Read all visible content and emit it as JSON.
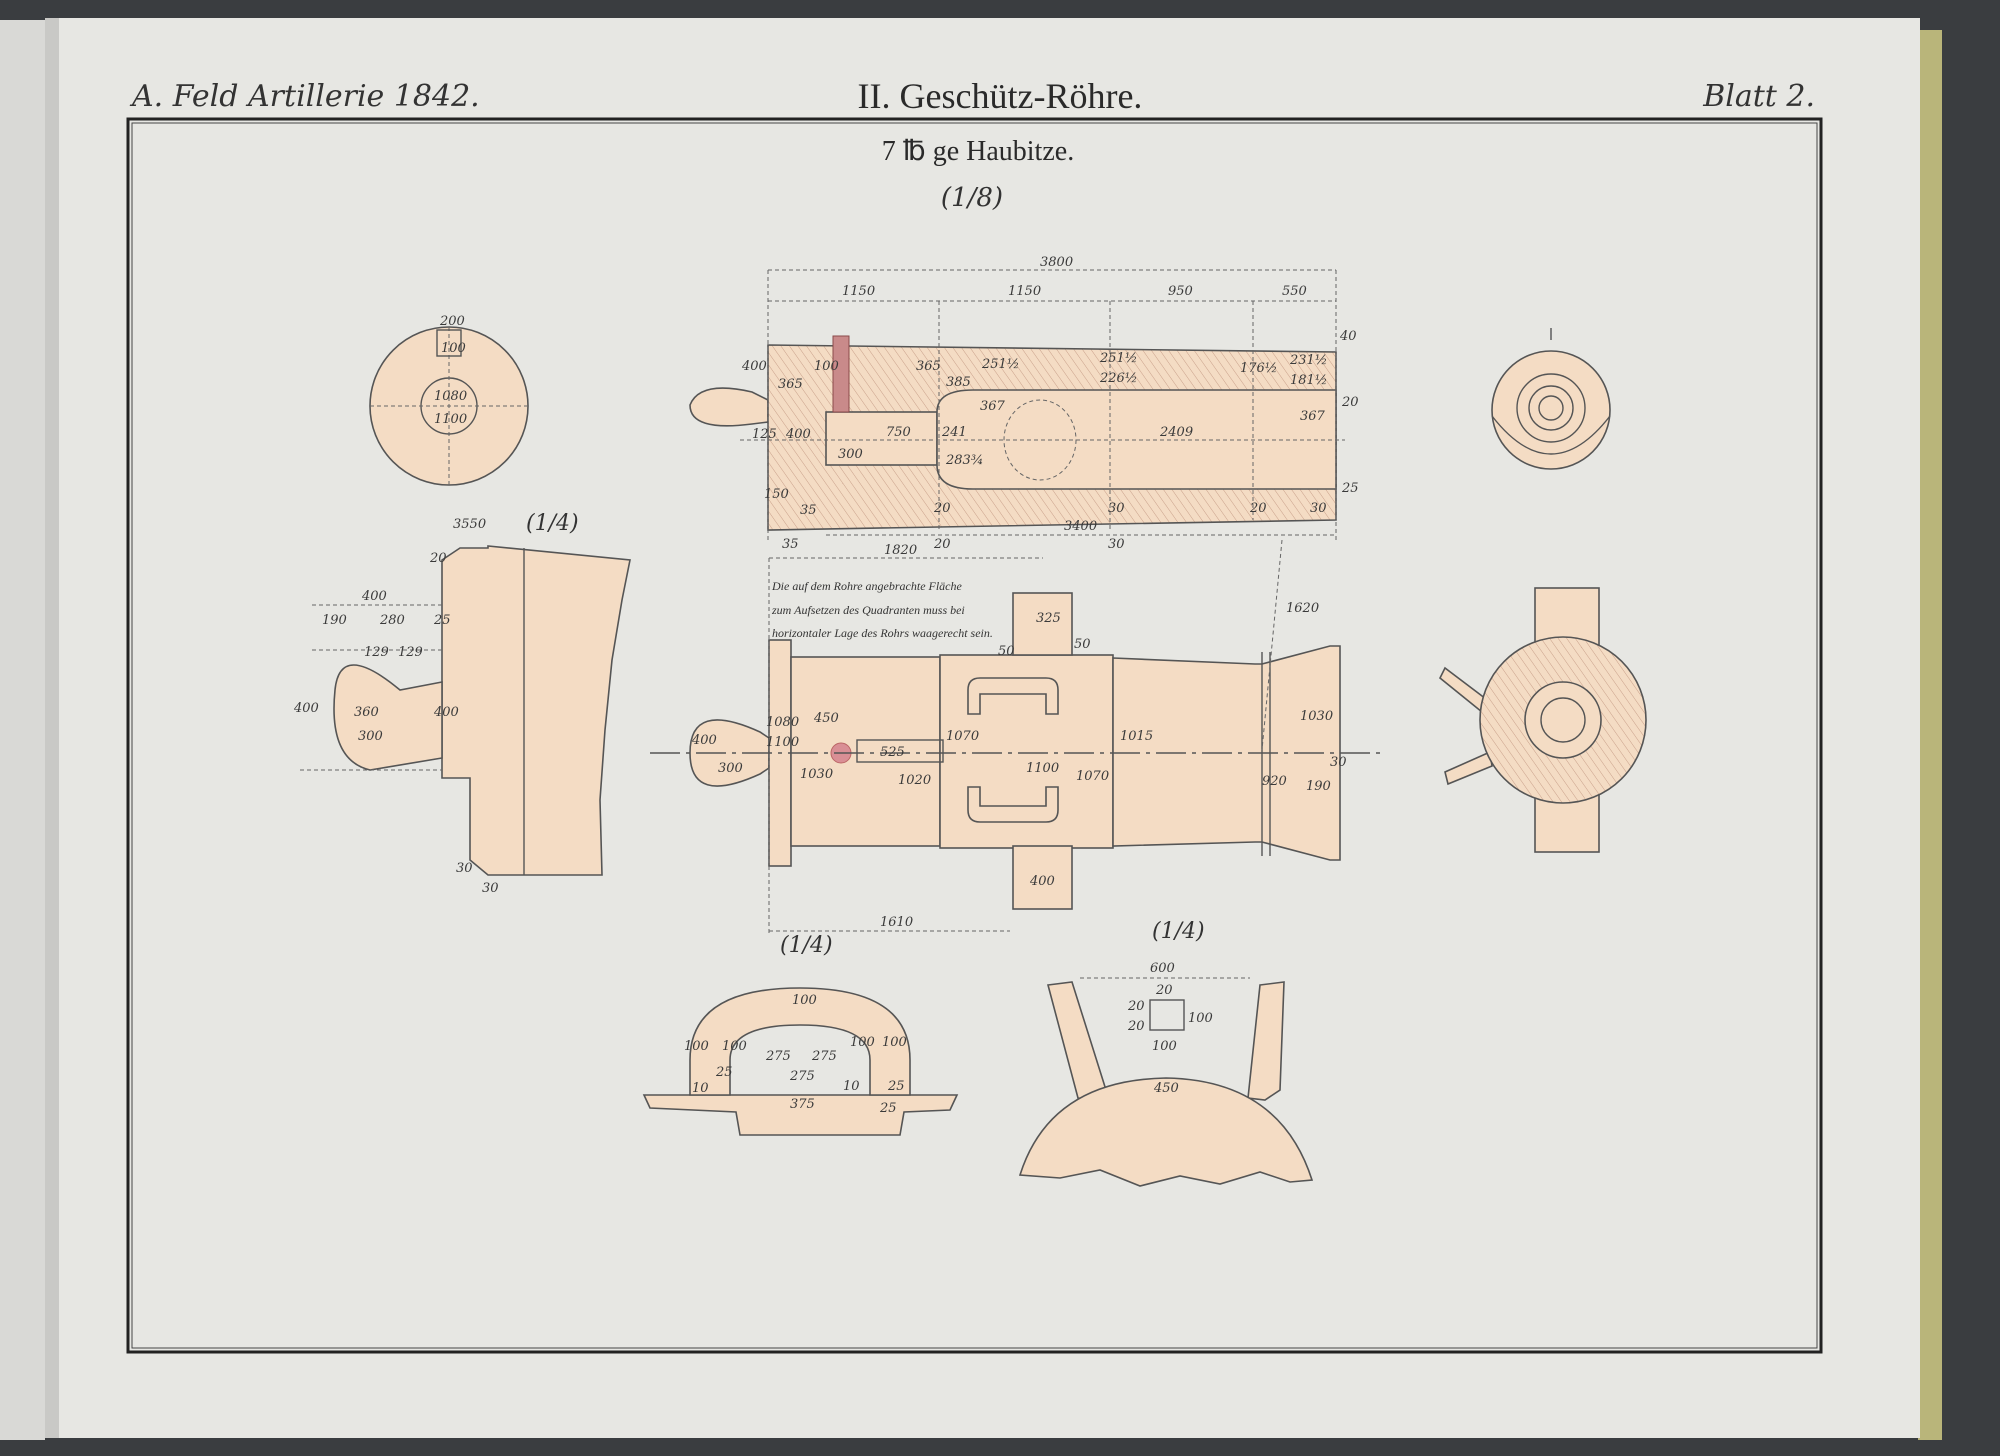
{
  "header": {
    "left": "A. Feld Artillerie 1842.",
    "center": "II. Geschütz-Röhre.",
    "right": "Blatt 2."
  },
  "title": "7 ℔ ge Haubitze.",
  "scale_main": "(1/8)",
  "scale_detail_breech": "(1/4)",
  "scale_detail_handle": "(1/4)",
  "scale_detail_trunnion": "(1/4)",
  "note": [
    "Die auf dem Rohre angebrachte Fläche",
    "zum Aufsetzen des Quadranten muss bei",
    "horizontaler Lage des Rohrs waagerecht sein."
  ],
  "section_dims": {
    "total": "3800",
    "seg1": "1150",
    "seg2": "1150",
    "seg3": "950",
    "seg4": "550",
    "bottom": "3400",
    "chamber_len": "400",
    "chamber_left": "125",
    "chamber_d": "300",
    "chamber_l2": "750",
    "bore_len": "2409",
    "bore_d": "367",
    "bore_d2": "367",
    "cone": "241",
    "cone2": "283¾",
    "wall1": "400",
    "wall2": "365",
    "vent": "100",
    "w3": "365",
    "w4": "385",
    "w5": "251½",
    "w6": "251½",
    "w7": "226½",
    "w8": "176½",
    "w9": "231½",
    "w10": "181½",
    "s1": "150",
    "s2": "35",
    "s3": "35",
    "s4": "20",
    "s5": "20",
    "s6": "30",
    "s7": "30",
    "s8": "20",
    "s9": "30",
    "s10": "40",
    "s11": "20",
    "s12": "25"
  },
  "side_dims": {
    "d1820": "1820",
    "d1610": "1610",
    "d1620": "1620",
    "d450": "450",
    "d525": "525",
    "d325": "325",
    "d400": "400",
    "d1080": "1080",
    "d1100": "1100",
    "d1030": "1030",
    "d1020": "1020",
    "d1070": "1070",
    "d1100b": "1100",
    "d1070b": "1070",
    "d1015": "1015",
    "d920": "920",
    "d1030b": "1030",
    "d190": "190",
    "d30": "30",
    "d50a": "50",
    "d50b": "50",
    "c400": "400",
    "c300": "300"
  },
  "front_dims": {
    "d1": "200",
    "d2": "100",
    "d3": "1080",
    "d4": "1100"
  },
  "breech_dims": {
    "d550": "3550",
    "d400": "400",
    "d190": "190",
    "d280": "280",
    "d25": "25",
    "d129a": "129",
    "d129b": "129",
    "d400v": "400",
    "d360": "360",
    "d300": "300",
    "d400c": "400",
    "d30a": "30",
    "d30b": "30",
    "d20": "20"
  },
  "handle_dims": {
    "top": "100",
    "inner": "275",
    "l100": "100",
    "l100b": "100",
    "r100": "100",
    "r100b": "100",
    "r275": "275",
    "r275b": "275",
    "base": "375",
    "s10a": "10",
    "s10b": "10",
    "s25a": "25",
    "s25b": "25",
    "s25c": "25"
  },
  "trunnion_dims": {
    "top": "600",
    "sq": "100",
    "sq2": "100",
    "s20a": "20",
    "s20b": "20",
    "s20c": "20",
    "base": "450"
  },
  "colors": {
    "paper": "#e7e7e3",
    "bronze": "#f4dcc4",
    "vent": "#d98f95",
    "ink": "#555555"
  }
}
